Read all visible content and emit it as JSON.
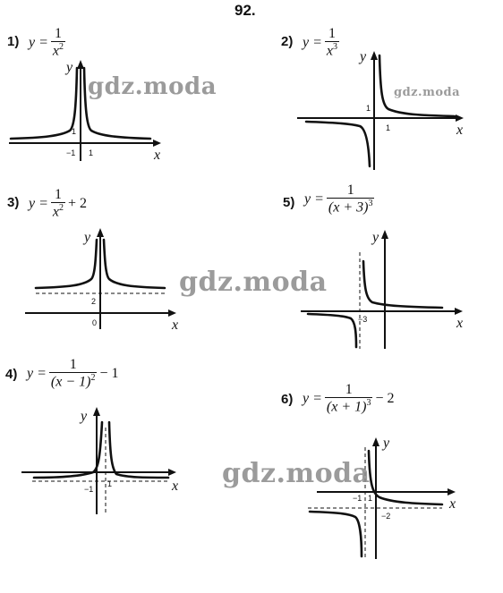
{
  "header": {
    "problem_number": "92."
  },
  "watermarks": [
    "gdz.moda",
    "gdz.moda",
    "gdz.moda",
    "gdz.moda"
  ],
  "items": [
    {
      "label": "1)",
      "lhs": "y =",
      "numerator": "1",
      "denominator_base": "x",
      "denominator_power": "2",
      "tail": "",
      "tick_labels": [
        "−1",
        "1",
        "1"
      ],
      "x_axis": "x",
      "y_axis": "y"
    },
    {
      "label": "2)",
      "lhs": "y =",
      "numerator": "1",
      "denominator_base": "x",
      "denominator_power": "3",
      "tail": "",
      "tick_labels": [
        "1",
        "1"
      ],
      "x_axis": "x",
      "y_axis": "y"
    },
    {
      "label": "3)",
      "lhs": "y =",
      "numerator": "1",
      "denominator_base": "x",
      "denominator_power": "2",
      "tail": "+ 2",
      "tick_labels": [
        "2",
        "0"
      ],
      "x_axis": "x",
      "y_axis": "y"
    },
    {
      "label": "4)",
      "lhs": "y =",
      "numerator": "1",
      "denominator_base": "(x − 1)",
      "denominator_power": "2",
      "tail": "− 1",
      "tick_labels": [
        "−1",
        "1"
      ],
      "x_axis": "x",
      "y_axis": "y"
    },
    {
      "label": "5)",
      "lhs": "y =",
      "numerator": "1",
      "denominator_base": "(x + 3)",
      "denominator_power": "3",
      "tail": "",
      "tick_labels": [
        "−3"
      ],
      "x_axis": "x",
      "y_axis": "y"
    },
    {
      "label": "6)",
      "lhs": "y =",
      "numerator": "1",
      "denominator_base": "(x + 1)",
      "denominator_power": "3",
      "tail": "− 2",
      "tick_labels": [
        "−1",
        "1",
        "−2"
      ],
      "x_axis": "x",
      "y_axis": "y"
    }
  ]
}
